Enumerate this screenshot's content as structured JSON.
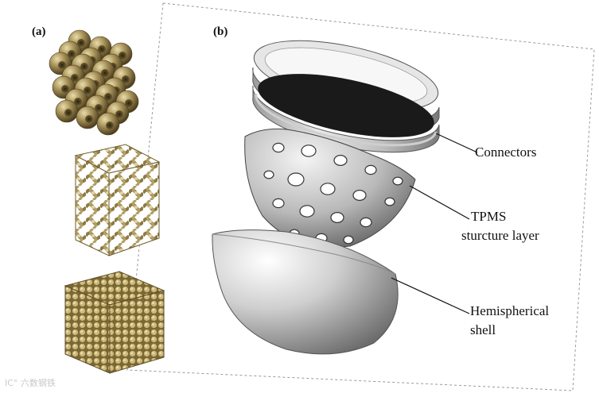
{
  "panel_a_label": "(a)",
  "panel_b_label": "(b)",
  "callouts": {
    "connectors": "Connectors",
    "tpms_line1": "TPMS",
    "tpms_line2": "sturcture layer",
    "shell_line1": "Hemispherical",
    "shell_line2": "shell"
  },
  "watermark": "IC° 六数钢铁",
  "colors": {
    "lattice_gold": "#a8935a",
    "lattice_dark": "#5e4e25",
    "metal_gray": "#c9c9c9",
    "shell_gray": "#dcdcdc"
  }
}
